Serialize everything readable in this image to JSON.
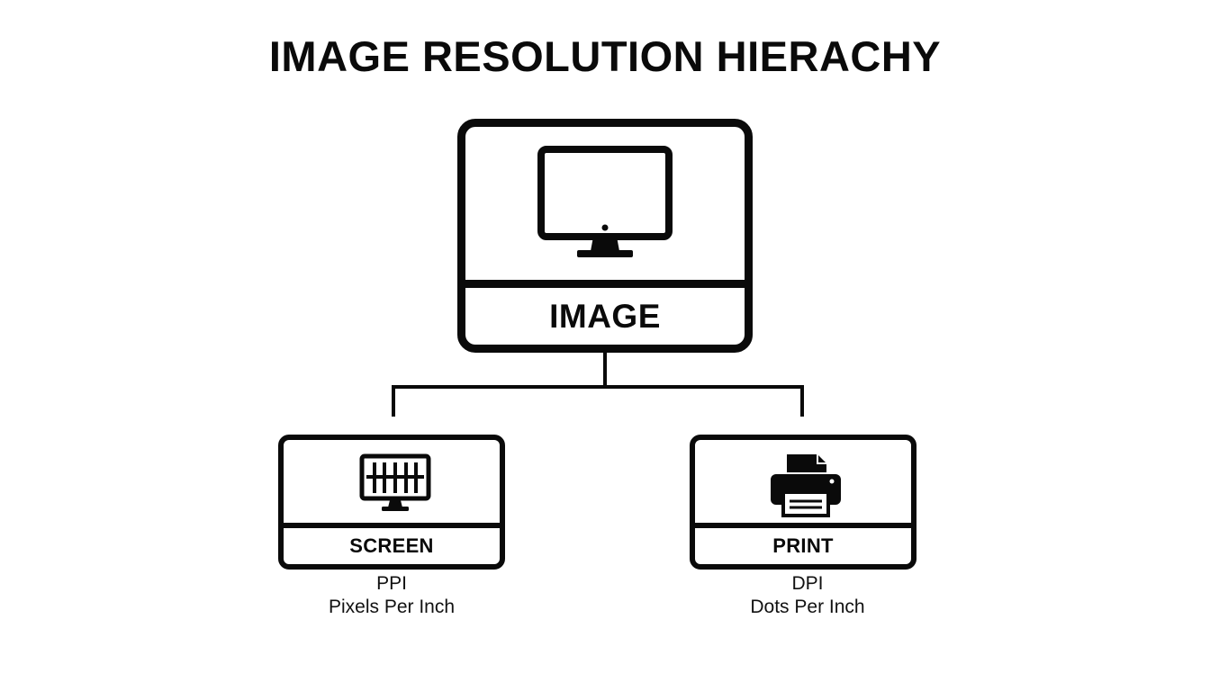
{
  "title": "IMAGE RESOLUTION HIERACHY",
  "root": {
    "label": "IMAGE",
    "icon": "monitor-icon"
  },
  "children": [
    {
      "label": "SCREEN",
      "icon": "monitor-grid-icon",
      "abbr": "PPI",
      "full": "Pixels Per Inch"
    },
    {
      "label": "PRINT",
      "icon": "printer-icon",
      "abbr": "DPI",
      "full": "Dots Per Inch"
    }
  ],
  "colors": {
    "stroke": "#0a0a0a",
    "background": "#ffffff"
  }
}
